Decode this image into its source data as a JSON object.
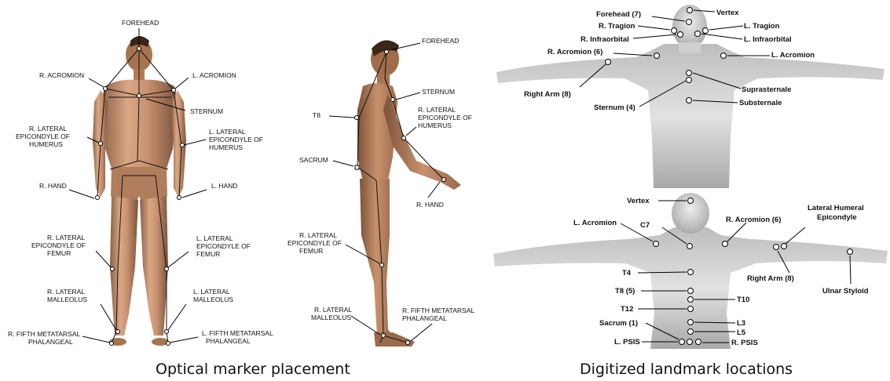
{
  "captions": {
    "left": "Optical marker placement",
    "right": "Digitized landmark locations"
  },
  "front_figure": {
    "labels": {
      "forehead": "FOREHEAD",
      "r_acromion": "R. ACROMION",
      "l_acromion": "L. ACROMION",
      "sternum": "STERNUM",
      "r_lat_epi_humerus": [
        "R. LATERAL",
        "EPICONDYLE OF",
        "HUMERUS"
      ],
      "l_lat_epi_humerus": [
        "L. LATERAL",
        "EPICONDYLE OF",
        "HUMERUS"
      ],
      "r_hand": "R. HAND",
      "l_hand": "L. HAND",
      "r_lat_epi_femur": [
        "R. LATERAL",
        "EPICONDYLE OF",
        "FEMUR"
      ],
      "l_lat_epi_femur": [
        "L. LATERAL",
        "EPICONDYLE OF",
        "FEMUR"
      ],
      "r_lat_malleolus": [
        "R. LATERAL",
        "MALLEOLUS"
      ],
      "l_lat_malleolus": [
        "L. LATERAL",
        "MALLEOLUS"
      ],
      "r_fifth_meta": [
        "R. FIFTH METATARSAL",
        "PHALANGEAL"
      ],
      "l_fifth_meta": [
        "L. FIFTH METATARSAL",
        "PHALANGEAL"
      ]
    }
  },
  "side_figure": {
    "labels": {
      "forehead": "FOREHEAD",
      "sternum": "STERNUM",
      "t8": "T8",
      "r_lat_epi_humerus": [
        "R. LATERAL",
        "EPICONDYLE OF",
        "HUMERUS"
      ],
      "sacrum": "SACRUM",
      "r_hand": "R. HAND",
      "r_lat_epi_femur": [
        "R. LATERAL",
        "EPICONDYLE OF",
        "FEMUR"
      ],
      "r_lat_malleolus": [
        "R. LATERAL",
        "MALLEOLUS"
      ],
      "r_fifth_meta": [
        "R. FIFTH METATARSAL",
        "PHALANGEAL"
      ]
    }
  },
  "front_torso": {
    "labels": {
      "forehead": "Forehead (7)",
      "vertex": "Vertex",
      "r_tragion": "R. Tragion",
      "l_tragion": "L. Tragion",
      "r_infraorbital": "R. Infraorbital",
      "l_infraorbital": "L. Infraorbital",
      "r_acromion": "R. Acromion (6)",
      "l_acromion": "L. Acromion",
      "right_arm": "Right Arm (8)",
      "suprasternale": "Suprasternale",
      "sternum": "Sternum (4)",
      "substernale": "Substernale"
    }
  },
  "back_torso": {
    "labels": {
      "vertex": "Vertex",
      "l_acromion": "L. Acromion",
      "c7": "C7",
      "r_acromion": "R. Acromion (6)",
      "lat_humeral_epi": [
        "Lateral Humeral",
        "Epicondyle"
      ],
      "t4": "T4",
      "right_arm": "Right Arm (8)",
      "ulnar_styloid": "Ulnar Styloid",
      "t8": "T8 (5)",
      "t10": "T10",
      "t12": "T12",
      "sacrum": "Sacrum (1)",
      "l3": "L3",
      "l5": "L5",
      "l_psis": "L. PSIS",
      "r_psis": "R. PSIS"
    }
  }
}
